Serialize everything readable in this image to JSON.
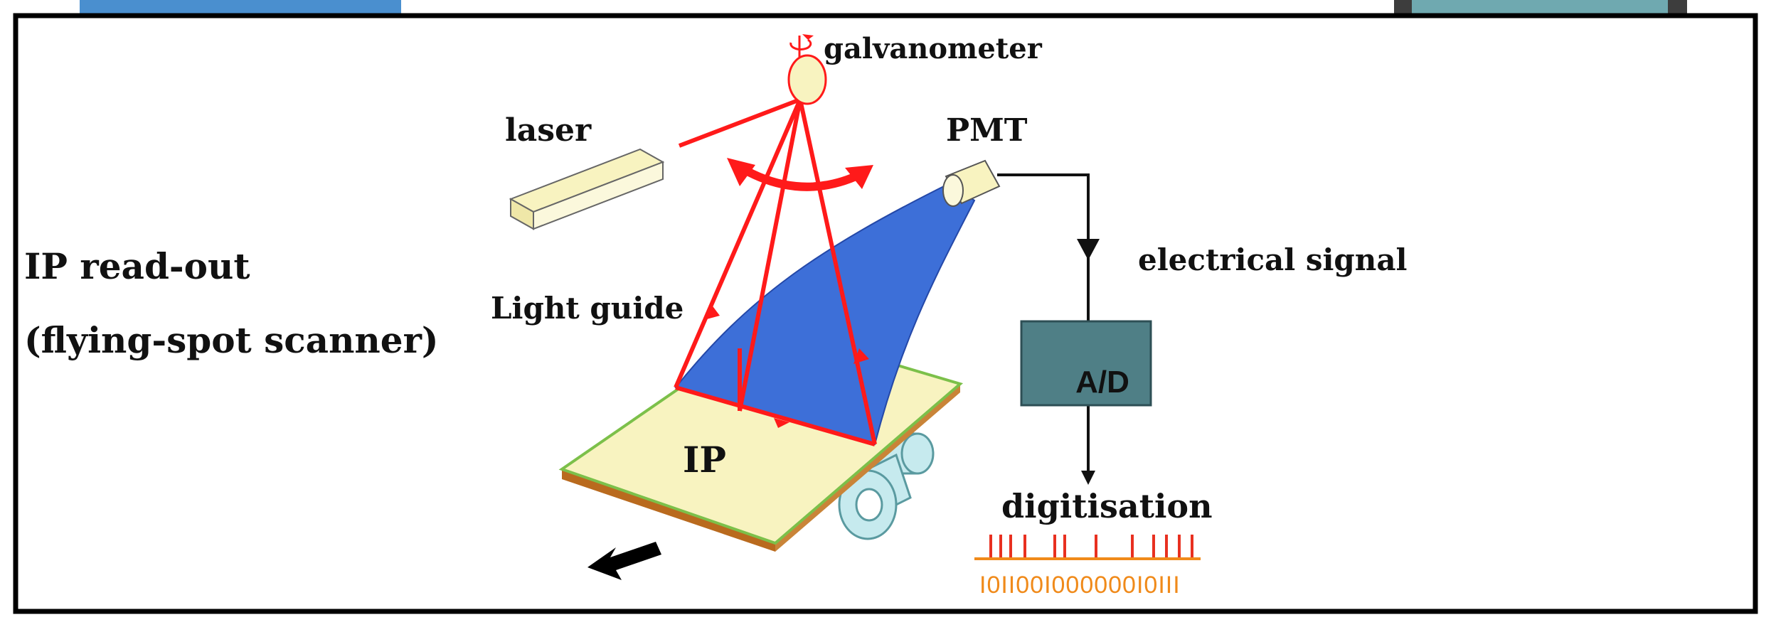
{
  "labels": {
    "galvanometer": "galvanometer",
    "laser": "laser",
    "pmt": "PMT",
    "title_line1": "IP read-out",
    "title_line2": "(flying-spot scanner)",
    "light_guide": "Light guide",
    "electrical_signal": "electrical signal",
    "ad": "A/D",
    "ip": "IP",
    "digitisation": "digitisation",
    "binary_code": "I0II00I000000I0III"
  },
  "colors": {
    "frame": "#000000",
    "laser_beam": "#ff1a1a",
    "light_guide": "#3d6fd8",
    "plate_fill": "#f8f3c0",
    "plate_edge": "#7cc04a",
    "plate_side": "#b96a1e",
    "ad_box": "#4f7f86",
    "roller": "#c6eaee",
    "signal_ticks": "#e83020",
    "baseline": "#f08a1a",
    "binary_text": "#f08a1a",
    "bg_image_left": "#4a8fcf",
    "bg_image_right": "#3d3d3d"
  },
  "icons": {
    "galvanometer": "galvanometer-mirror-icon",
    "laser": "laser-box-icon",
    "pmt": "pmt-tube-icon",
    "direction": "direction-arrow-icon"
  }
}
